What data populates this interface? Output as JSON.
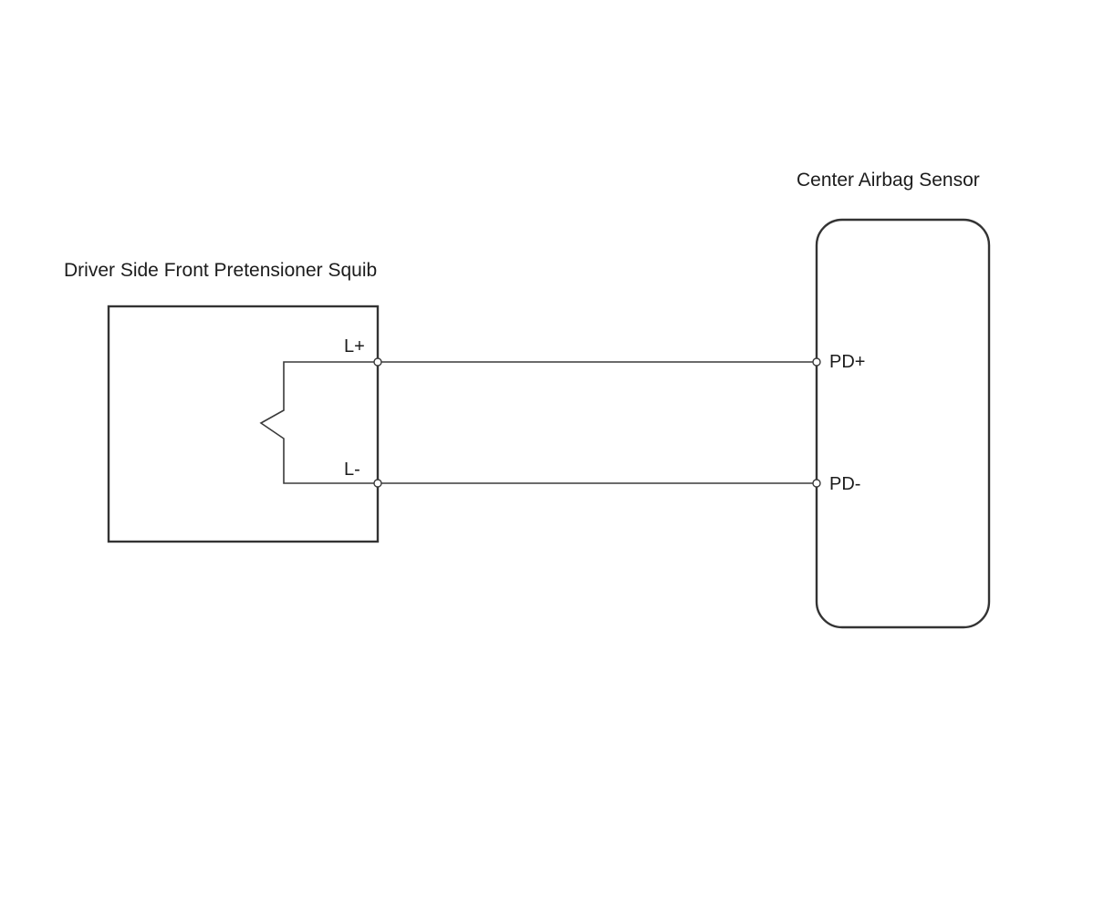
{
  "components": {
    "squib": {
      "title": "Driver Side Front Pretensioner Squib",
      "pins": {
        "positive": "L+",
        "negative": "L-"
      }
    },
    "sensor": {
      "title": "Center Airbag Sensor",
      "pins": {
        "positive": "PD+",
        "negative": "PD-"
      }
    }
  },
  "colors": {
    "line": "#333333",
    "text": "#1c1c1c",
    "background": "#ffffff"
  }
}
